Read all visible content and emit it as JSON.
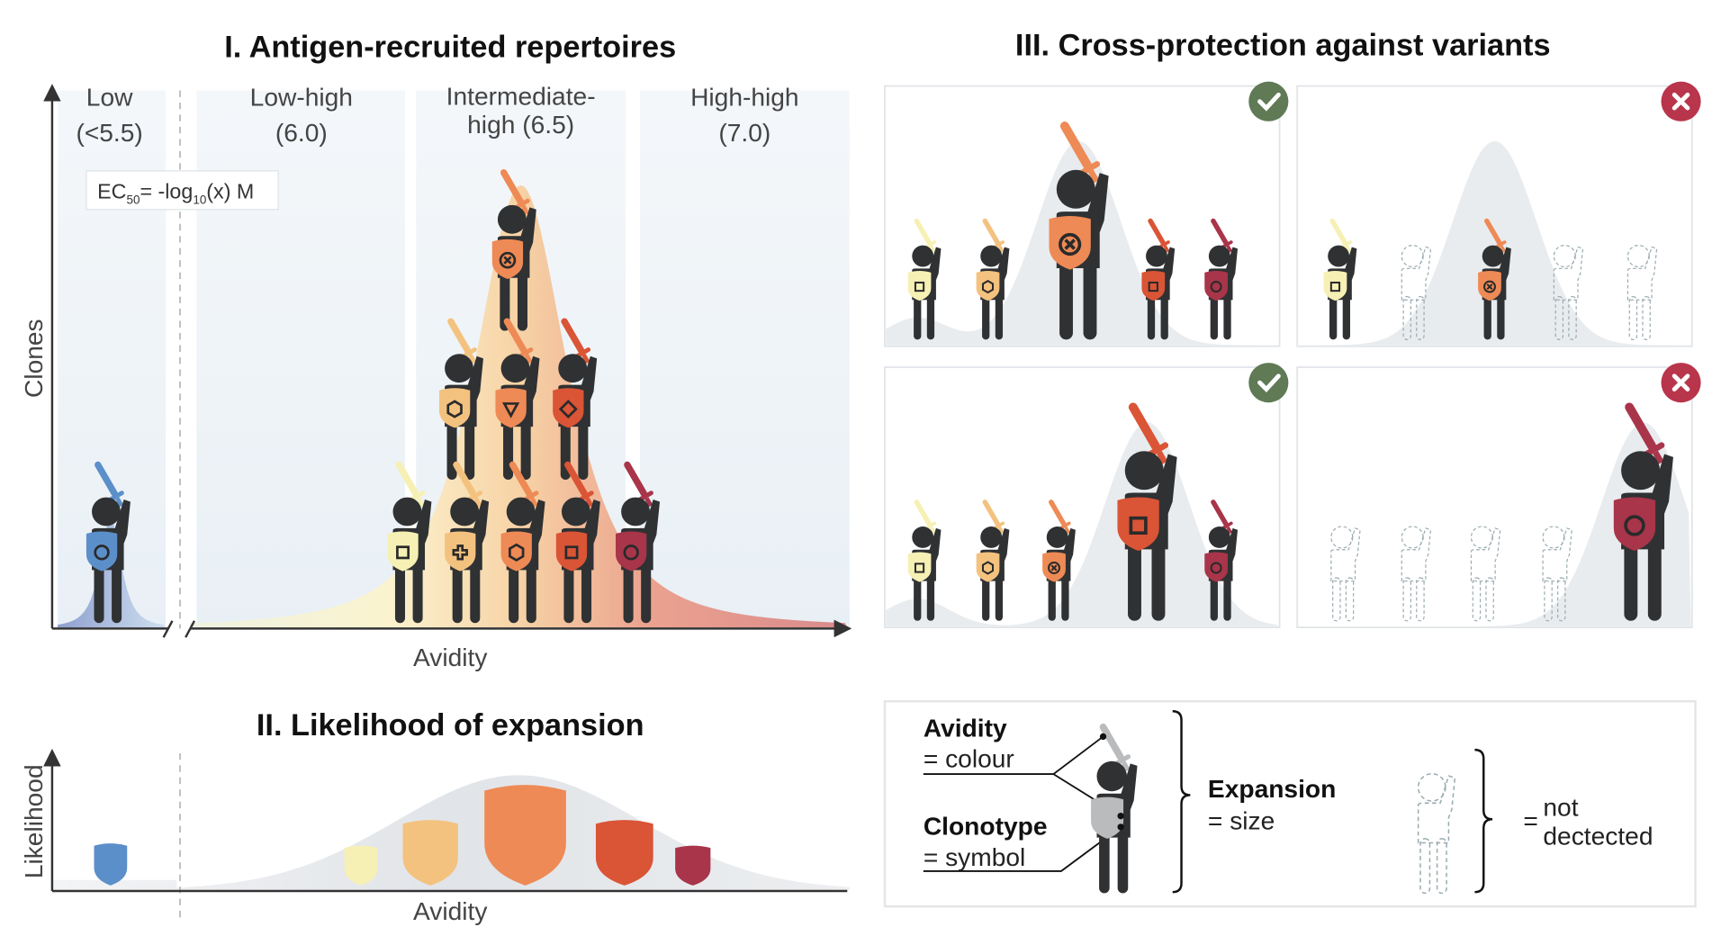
{
  "panel1": {
    "title": "I. Antigen-recruited repertoires",
    "y_label": "Clones",
    "x_label": "Avidity",
    "formula": {
      "prefix": "EC",
      "sub1": "50",
      "mid": "= -log",
      "sub2": "10",
      "suffix": "(x) M"
    },
    "categories": [
      {
        "line1": "Low",
        "line2": "(<5.5)"
      },
      {
        "line1": "Low-high",
        "line2": "(6.0)"
      },
      {
        "line1": "Intermediate-",
        "line2": "high (6.5)"
      },
      {
        "line1": "High-high",
        "line2": "(7.0)"
      }
    ]
  },
  "panel2": {
    "title": "II. Likelihood of expansion",
    "y_label": "Likelihood",
    "x_label": "Avidity"
  },
  "panel3": {
    "title": "III. Cross-protection against variants"
  },
  "legend": {
    "avidity": "Avidity",
    "avidity_eq": "= colour",
    "clonotype": "Clonotype",
    "clonotype_eq": "= symbol",
    "expansion": "Expansion",
    "expansion_eq": "= size",
    "eq": "=",
    "not_detected_1": "not",
    "not_detected_2": "dectected"
  },
  "colors": {
    "blue": "#5b8fc9",
    "pale": "#f7f0b5",
    "light_orange": "#f4c27f",
    "orange": "#ee8a55",
    "red": "#da5436",
    "crimson": "#a8354a",
    "figure": "#2f3133",
    "check": "#5f7a55",
    "cross": "#b8354b"
  }
}
